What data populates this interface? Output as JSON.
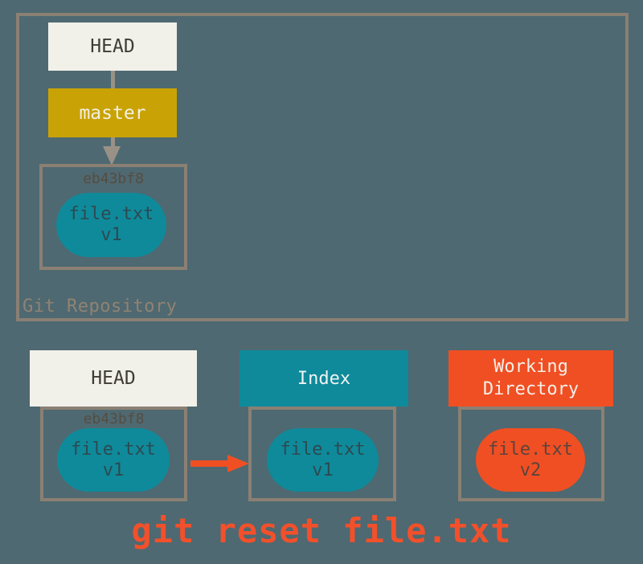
{
  "colors": {
    "background": "#4E6971",
    "frame_border": "#8B8074",
    "connector_gray": "#9A9186",
    "teal": "#0F8A9B",
    "gold": "#C9A305",
    "red_orange": "#F04F23",
    "cream": "#F1F0E9",
    "caption_red": "#F2502B"
  },
  "repo": {
    "label": "Git Repository",
    "head": "HEAD",
    "branch": "master",
    "commit_hash": "eb43bf8",
    "commit_file": "file.txt",
    "commit_version": "v1"
  },
  "columns": {
    "head": {
      "title": "HEAD",
      "hash": "eb43bf8",
      "file": "file.txt",
      "version": "v1"
    },
    "index": {
      "title": "Index",
      "file": "file.txt",
      "version": "v1"
    },
    "working": {
      "title": "Working Directory",
      "file": "file.txt",
      "version": "v2"
    }
  },
  "caption": "git reset file.txt"
}
